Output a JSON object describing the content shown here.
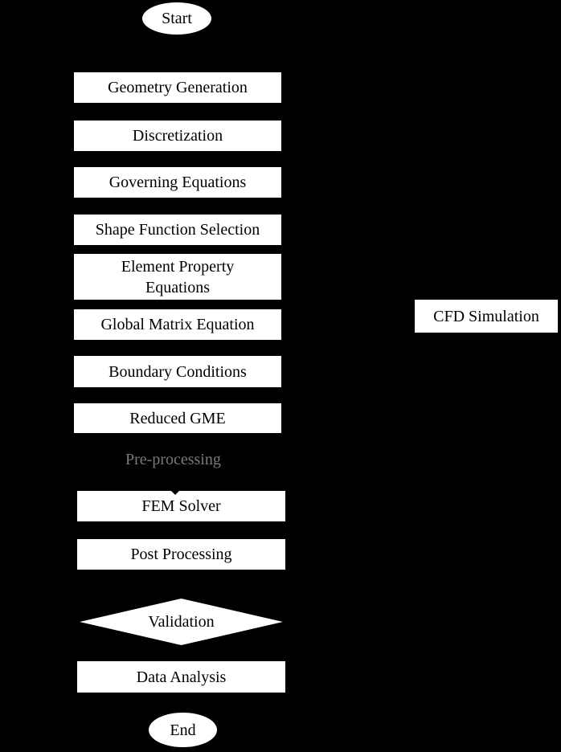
{
  "colors": {
    "background": "#000000",
    "node_fill": "#ffffff",
    "node_text": "#000000",
    "stage_label_text": "#7a7a7a"
  },
  "nodes": {
    "start": "Start",
    "geometry_generation": "Geometry Generation",
    "discretization": "Discretization",
    "governing_equations": "Governing Equations",
    "shape_function_selection": "Shape Function Selection",
    "element_property_equations": "Element Property Equations",
    "global_matrix_equation": "Global Matrix Equation",
    "boundary_conditions": "Boundary Conditions",
    "reduced_gme": "Reduced GME",
    "fem_solver": "FEM Solver",
    "post_processing": "Post Processing",
    "validation": "Validation",
    "data_analysis": "Data Analysis",
    "end": "End",
    "cfd_simulation": "CFD Simulation"
  },
  "labels": {
    "pre_processing": "Pre-processing"
  }
}
